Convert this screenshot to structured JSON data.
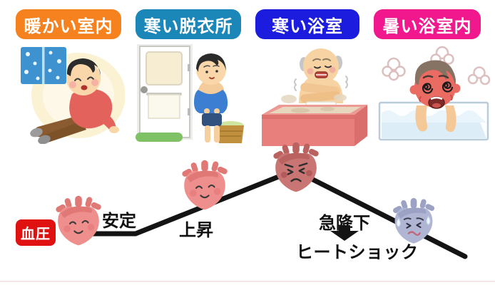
{
  "scenes": [
    {
      "label": "暖かい室内",
      "color": "#F5821F"
    },
    {
      "label": "寒い脱衣所",
      "color": "#1B86B8"
    },
    {
      "label": "寒い浴室",
      "color": "#1C1CDE"
    },
    {
      "label": "暑い浴室内",
      "color": "#F0188C"
    }
  ],
  "graph": {
    "axis_badge": {
      "label": "血圧",
      "color": "#E01111"
    },
    "labels": {
      "stable": "安定",
      "rise": "上昇",
      "sudden_drop": "急降下",
      "heat_shock": "ヒートショック"
    },
    "line_color": "#141414",
    "hearts": [
      {
        "stage": "安定",
        "state": "calm",
        "color": "#EE8F8D"
      },
      {
        "stage": "上昇",
        "state": "calm",
        "color": "#EE8F8D"
      },
      {
        "stage": "急降下",
        "state": "strained",
        "color": "#C97573"
      },
      {
        "stage": "ヒートショック",
        "state": "exhausted",
        "color": "#AFB5D2"
      }
    ]
  }
}
